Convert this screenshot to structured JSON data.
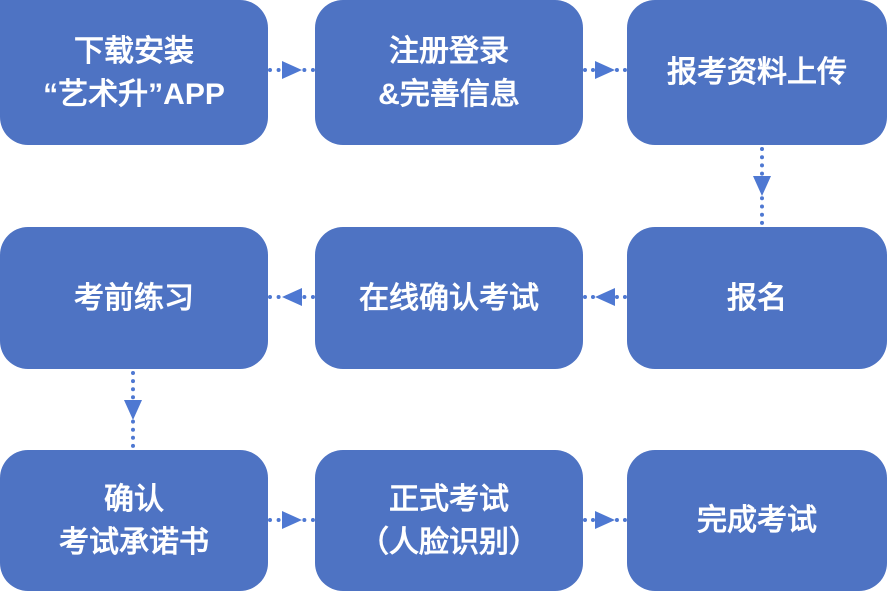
{
  "flowchart": {
    "colors": {
      "box": "#4e73c3",
      "arrow": "#4e78d2",
      "text": "#ffffff"
    },
    "nodes": [
      {
        "id": "download-app",
        "lines": [
          "下载安装",
          "“艺术升”APP"
        ]
      },
      {
        "id": "register-login",
        "lines": [
          "注册登录",
          "&完善信息"
        ]
      },
      {
        "id": "upload-materials",
        "lines": [
          "报考资料上传"
        ]
      },
      {
        "id": "pre-exam-practice",
        "lines": [
          "考前练习"
        ]
      },
      {
        "id": "online-confirm-exam",
        "lines": [
          "在线确认考试"
        ]
      },
      {
        "id": "sign-up",
        "lines": [
          "报名"
        ]
      },
      {
        "id": "confirm-commitment",
        "lines": [
          "确认",
          "考试承诺书"
        ]
      },
      {
        "id": "formal-exam",
        "lines": [
          "正式考试",
          "（人脸识别）"
        ]
      },
      {
        "id": "complete-exam",
        "lines": [
          "完成考试"
        ]
      }
    ],
    "edges": [
      {
        "from": "download-app",
        "to": "register-login",
        "direction": "right"
      },
      {
        "from": "register-login",
        "to": "upload-materials",
        "direction": "right"
      },
      {
        "from": "upload-materials",
        "to": "sign-up",
        "direction": "down"
      },
      {
        "from": "sign-up",
        "to": "online-confirm-exam",
        "direction": "left"
      },
      {
        "from": "online-confirm-exam",
        "to": "pre-exam-practice",
        "direction": "left"
      },
      {
        "from": "pre-exam-practice",
        "to": "confirm-commitment",
        "direction": "down"
      },
      {
        "from": "confirm-commitment",
        "to": "formal-exam",
        "direction": "right"
      },
      {
        "from": "formal-exam",
        "to": "complete-exam",
        "direction": "right"
      }
    ]
  }
}
